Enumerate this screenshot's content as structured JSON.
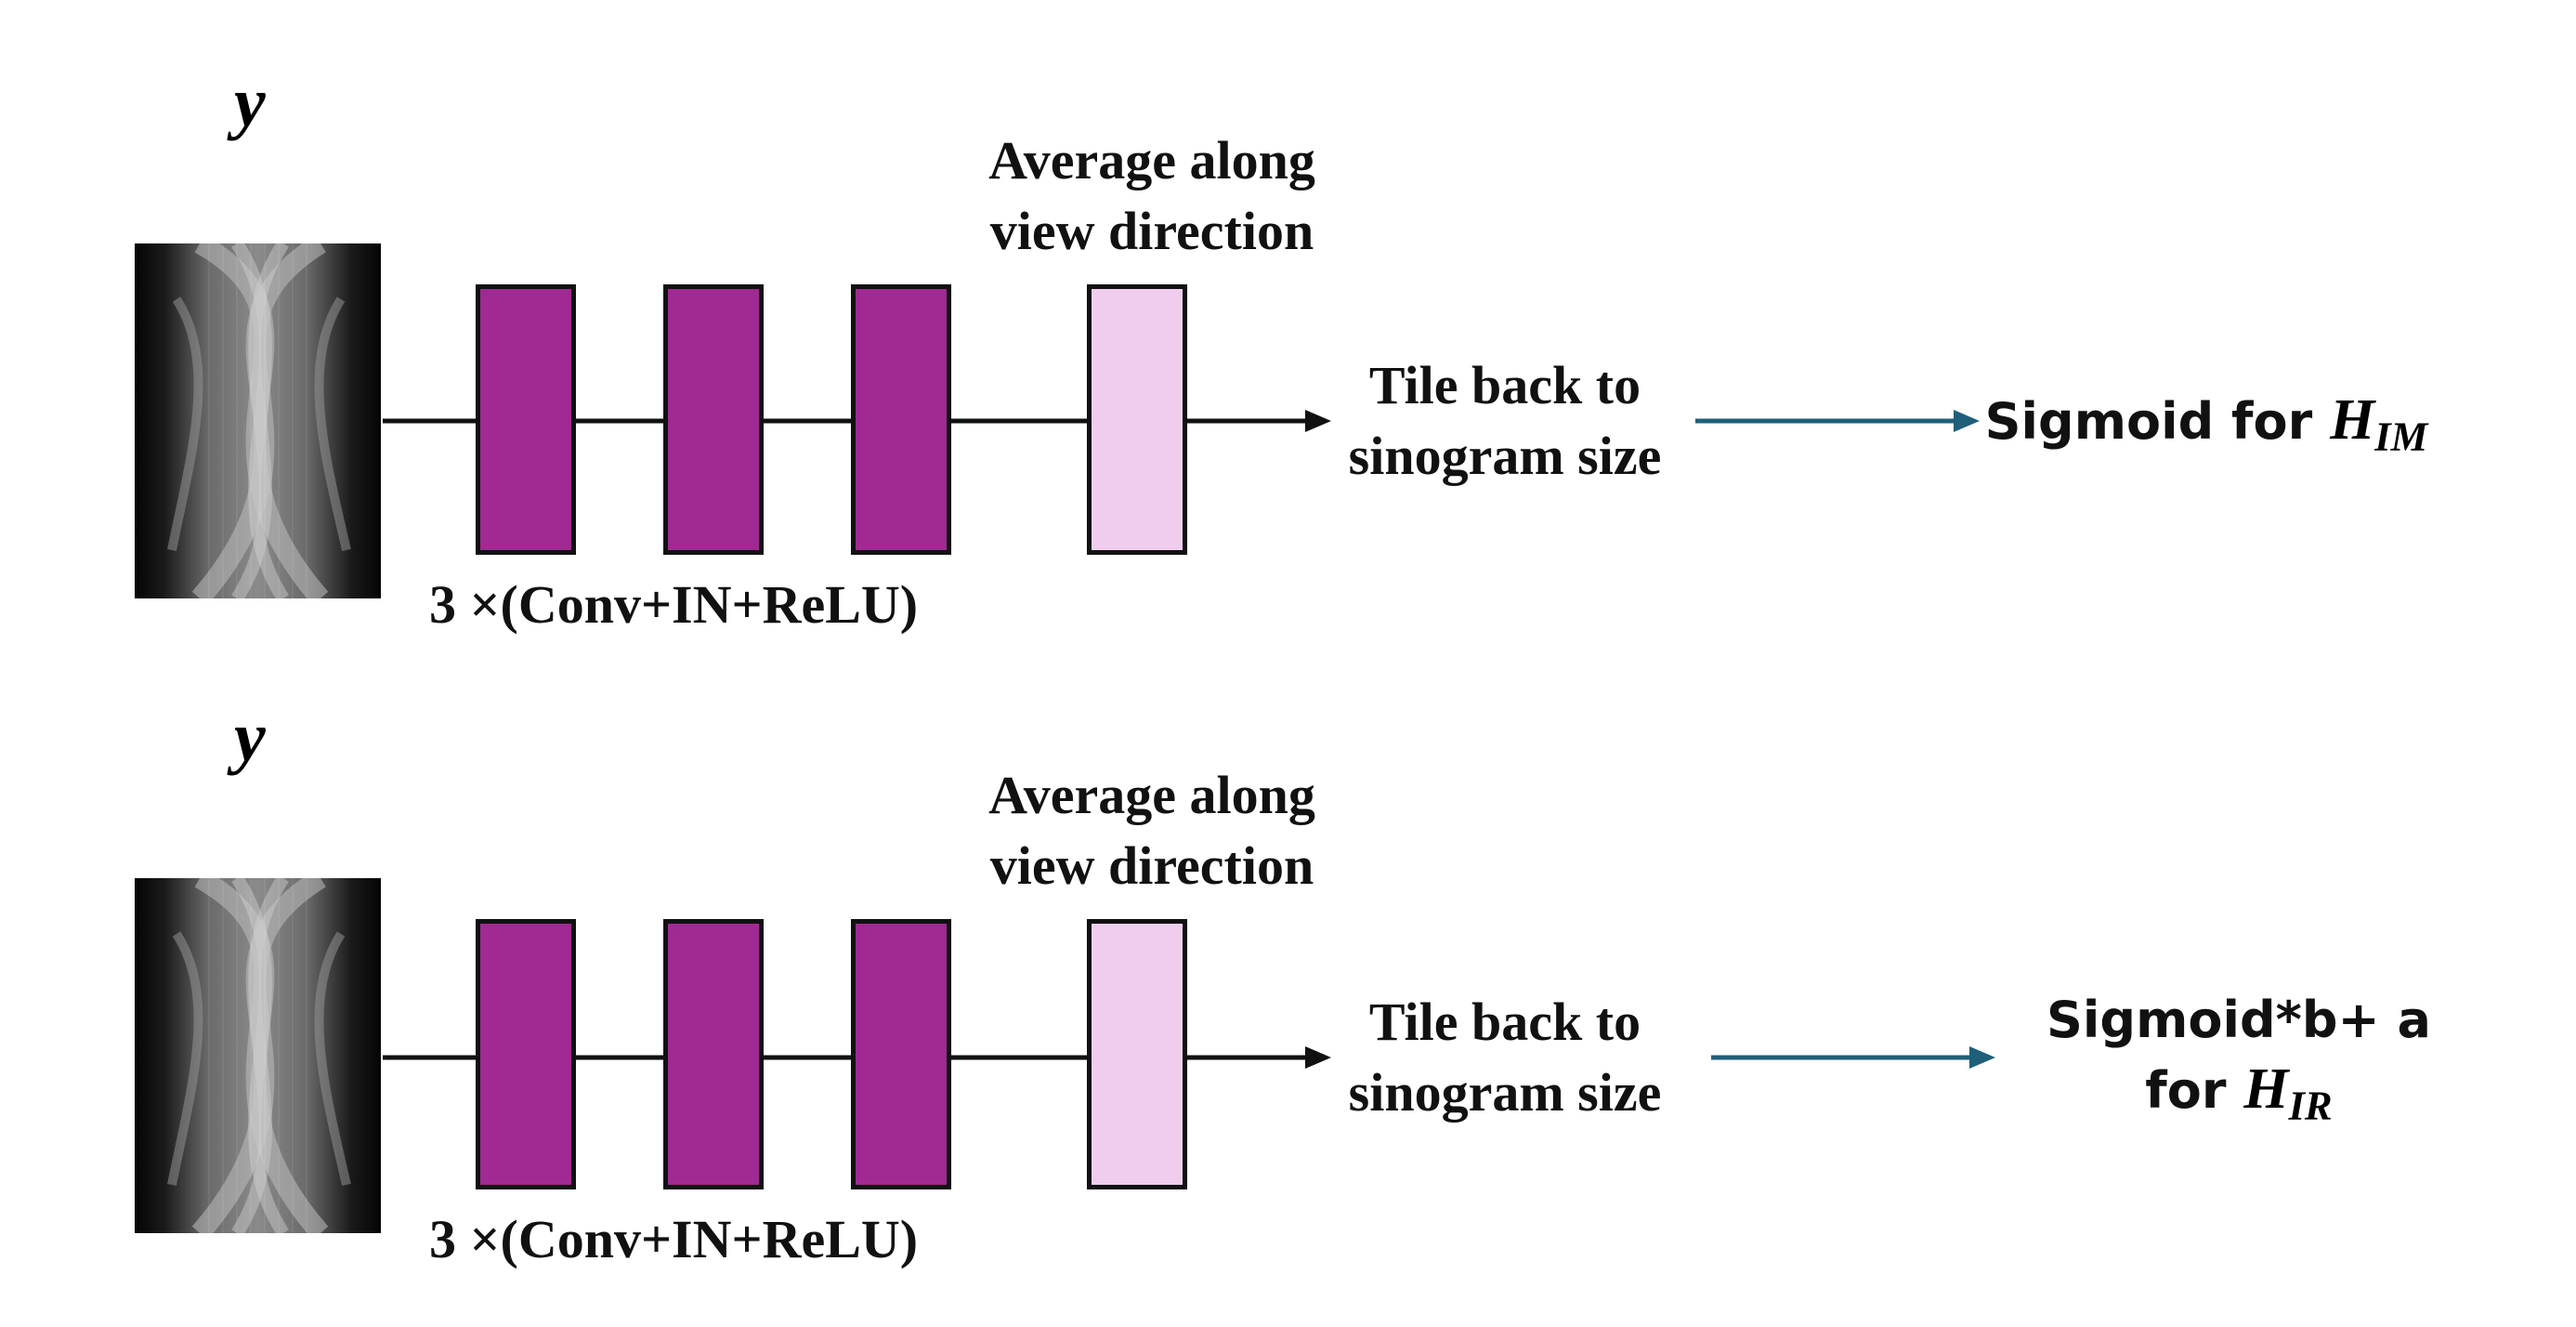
{
  "colors": {
    "conv_block": "#a02a92",
    "average_block": "#f0cdee",
    "connector": "#111111",
    "output_arrow": "#1f5f7a",
    "background": "#ffffff"
  },
  "pipelines": [
    {
      "input_symbol": "y",
      "input_image": "sinogram-image",
      "conv_label": "3 ×(Conv+IN+ReLU)",
      "average_caption_line1": "Average along",
      "average_caption_line2": "view direction",
      "tile_line1": "Tile back to",
      "tile_line2": "sinogram size",
      "output_line1": "Sigmoid for ",
      "output_symbol": "H",
      "output_subscript": "IM",
      "output_line2": "",
      "output_line2_symbol": "",
      "output_line2_subscript": ""
    },
    {
      "input_symbol": "y",
      "input_image": "sinogram-image",
      "conv_label": "3 ×(Conv+IN+ReLU)",
      "average_caption_line1": "Average along",
      "average_caption_line2": "view direction",
      "tile_line1": "Tile back to",
      "tile_line2": "sinogram size",
      "output_line1": "Sigmoid*b+ a",
      "output_symbol": "",
      "output_subscript": "",
      "output_line2": "for ",
      "output_line2_symbol": "H",
      "output_line2_subscript": "IR"
    }
  ]
}
